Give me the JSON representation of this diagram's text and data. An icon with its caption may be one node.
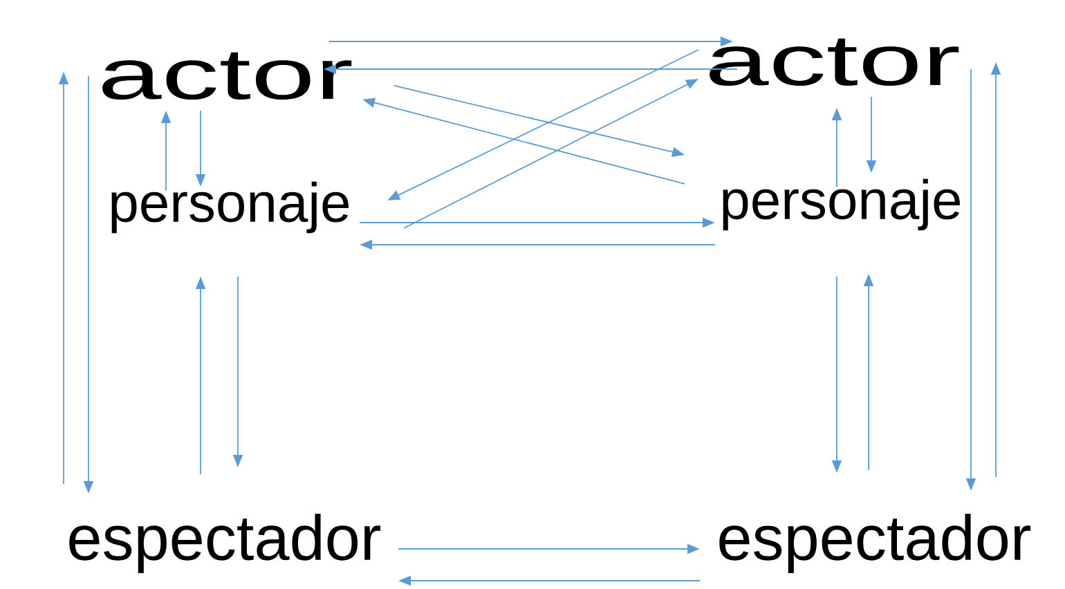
{
  "diagram": {
    "nodes": [
      {
        "text": [
          "actor"
        ]
      },
      {
        "text": [
          "personaje"
        ]
      },
      {
        "text": [
          "actor"
        ]
      },
      {
        "text": [
          "personaje"
        ]
      },
      {
        "text": [
          "espectador"
        ]
      },
      {
        "text": [
          "espectador"
        ]
      }
    ],
    "edges": [
      {
        "from": 0,
        "to": 2,
        "arrow": "to"
      },
      {
        "from": 2,
        "to": 0,
        "arrow": "to"
      },
      {
        "from": 1,
        "to": 3,
        "arrow": "to"
      },
      {
        "from": 3,
        "to": 1,
        "arrow": "to"
      },
      {
        "from": 4,
        "to": 5,
        "arrow": "to"
      },
      {
        "from": 5,
        "to": 4,
        "arrow": "to"
      },
      {
        "from": 0,
        "to": 3,
        "arrow": "to"
      },
      {
        "from": 3,
        "to": 0,
        "arrow": "to"
      },
      {
        "from": 2,
        "to": 1,
        "arrow": "to"
      },
      {
        "from": 1,
        "to": 2,
        "arrow": "to"
      },
      {
        "from": 0,
        "to": 1,
        "arrow": "to"
      },
      {
        "from": 1,
        "to": 0,
        "arrow": "to"
      },
      {
        "from": 2,
        "to": 3,
        "arrow": "to"
      },
      {
        "from": 3,
        "to": 2,
        "arrow": "to"
      },
      {
        "from": 0,
        "to": 4,
        "arrow": "to"
      },
      {
        "from": 4,
        "to": 0,
        "arrow": "to"
      },
      {
        "from": 1,
        "to": 4,
        "arrow": "to"
      },
      {
        "from": 4,
        "to": 1,
        "arrow": "to"
      },
      {
        "from": 3,
        "to": 5,
        "arrow": "to"
      },
      {
        "from": 5,
        "to": 3,
        "arrow": "to"
      },
      {
        "from": 2,
        "to": 5,
        "arrow": "to"
      },
      {
        "from": 5,
        "to": 2,
        "arrow": "to"
      }
    ]
  }
}
